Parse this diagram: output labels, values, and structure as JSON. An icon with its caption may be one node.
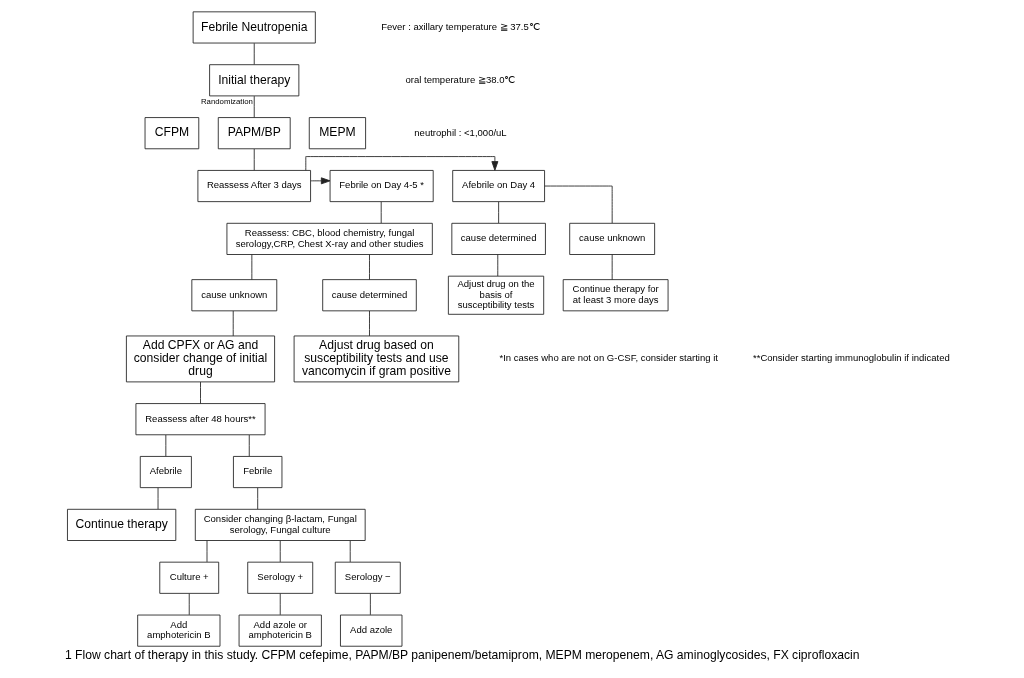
{
  "diagram": {
    "caption": "1 Flow chart of therapy in this study. CFPM cefepime, PAPM/BP panipenem/betamiprom, MEPM meropenem, AG aminoglycosides, FX ciprofloxacin",
    "nodes": [
      {
        "text": [
          "Febrile Neutropenia"
        ]
      },
      {
        "text": [
          "Initial therapy"
        ]
      },
      {
        "text": [
          "CFPM"
        ]
      },
      {
        "text": [
          "PAPM/BP"
        ]
      },
      {
        "text": [
          "MEPM"
        ]
      },
      {
        "text": [
          "Reassess After 3 days"
        ]
      },
      {
        "text": [
          "Afebrile on Day 4"
        ]
      },
      {
        "text": [
          "Febrile on Day 4-5 *"
        ]
      },
      {
        "text": [
          "cause unknown"
        ]
      },
      {
        "text": [
          "cause determined"
        ]
      },
      {
        "text": [
          "Continue therapy for at least 3 more days"
        ]
      },
      {
        "text": [
          "Adjust drug on the basis of susceptibility tests"
        ]
      },
      {
        "text": [
          "Reassess: CBC, blood chemistry, fungal serology,CRP, Chest X-ray and other studies"
        ]
      },
      {
        "text": [
          "cause unknown"
        ]
      },
      {
        "text": [
          "cause determined"
        ]
      },
      {
        "text": [
          "Add CPFX or AG and consider change of initial drug"
        ]
      },
      {
        "text": [
          "Adjust drug based on susceptibility tests and use vancomycin if gram positive"
        ]
      },
      {
        "text": [
          "Reassess after 48 hours**"
        ]
      },
      {
        "text": [
          "Afebrile"
        ]
      },
      {
        "text": [
          "Febrile"
        ]
      },
      {
        "text": [
          "Continue therapy"
        ]
      },
      {
        "text": [
          "Consider changing β-lactam, Fungal serology, Fungal culture"
        ]
      },
      {
        "text": [
          "Culture +"
        ]
      },
      {
        "text": [
          "Serology +"
        ]
      },
      {
        "text": [
          "Serology −"
        ]
      },
      {
        "text": [
          "Add amphotericin B"
        ]
      },
      {
        "text": [
          "Add azole or amphotericin B"
        ]
      },
      {
        "text": [
          "Add azole"
        ]
      }
    ],
    "edges": [
      {
        "from": 0,
        "to": 1,
        "arrow": "none"
      },
      {
        "from": 1,
        "to": 3,
        "arrow": "none",
        "label": "Randomization"
      },
      {
        "from": 3,
        "to": 5,
        "arrow": "none"
      },
      {
        "from": 5,
        "to": 6,
        "arrow": "to"
      },
      {
        "from": 5,
        "to": 7,
        "arrow": "to"
      },
      {
        "from": 6,
        "to": 8,
        "arrow": "none"
      },
      {
        "from": 6,
        "to": 9,
        "arrow": "none"
      },
      {
        "from": 8,
        "to": 10,
        "arrow": "none"
      },
      {
        "from": 9,
        "to": 11,
        "arrow": "none"
      },
      {
        "from": 7,
        "to": 12,
        "arrow": "none"
      },
      {
        "from": 12,
        "to": 13,
        "arrow": "none"
      },
      {
        "from": 12,
        "to": 14,
        "arrow": "none"
      },
      {
        "from": 13,
        "to": 15,
        "arrow": "none"
      },
      {
        "from": 14,
        "to": 16,
        "arrow": "none"
      },
      {
        "from": 15,
        "to": 17,
        "arrow": "none"
      },
      {
        "from": 17,
        "to": 18,
        "arrow": "none"
      },
      {
        "from": 17,
        "to": 19,
        "arrow": "none"
      },
      {
        "from": 18,
        "to": 20,
        "arrow": "none"
      },
      {
        "from": 19,
        "to": 21,
        "arrow": "none"
      },
      {
        "from": 21,
        "to": 22,
        "arrow": "none"
      },
      {
        "from": 21,
        "to": 23,
        "arrow": "none"
      },
      {
        "from": 21,
        "to": 24,
        "arrow": "none"
      },
      {
        "from": 22,
        "to": 25,
        "arrow": "none"
      },
      {
        "from": 23,
        "to": 26,
        "arrow": "none"
      },
      {
        "from": 24,
        "to": 27,
        "arrow": "none"
      }
    ],
    "labels": [
      "Fever : axillary temperature ≧ 37.5℃",
      "oral temperature ≧38.0℃",
      "neutrophil : <1,000/uL",
      "*In cases who are not on G-CSF, consider starting it",
      "**Consider starting immunoglobulin if indicated"
    ]
  }
}
